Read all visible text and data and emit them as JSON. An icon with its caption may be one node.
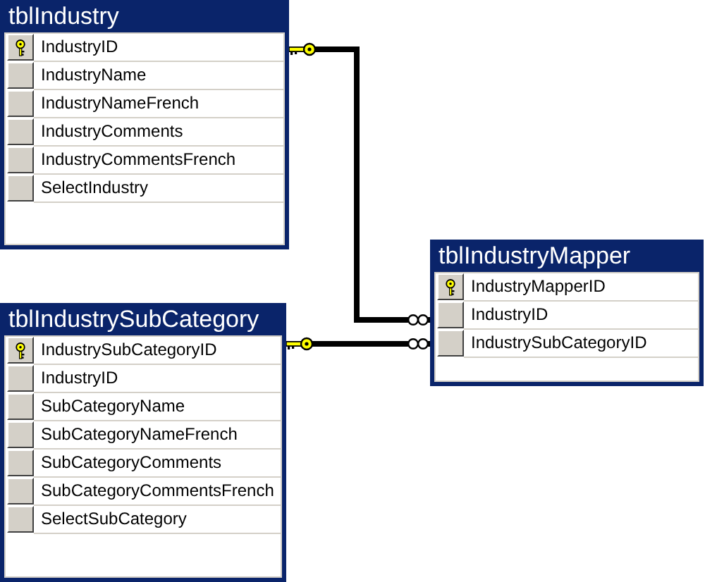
{
  "diagram": {
    "nodes": [
      {
        "text": [
          "tblIndustry",
          "IndustryID",
          "IndustryName",
          "IndustryNameFrench",
          "IndustryComments",
          "IndustryCommentsFrench",
          "SelectIndustry"
        ]
      },
      {
        "text": [
          "tblIndustryMapper",
          "IndustryMapperID",
          "IndustryID",
          "IndustrySubCategoryID"
        ]
      },
      {
        "text": [
          "tblIndustrySubCategory",
          "IndustrySubCategoryID",
          "IndustryID",
          "SubCategoryName",
          "SubCategoryNameFrench",
          "SubCategoryComments",
          "SubCategoryCommentsFrench",
          "SelectSubCategory"
        ]
      }
    ],
    "edges": [
      {
        "from": 0,
        "to": 1,
        "arrow": "other"
      },
      {
        "from": 2,
        "to": 1,
        "arrow": "other"
      }
    ]
  }
}
